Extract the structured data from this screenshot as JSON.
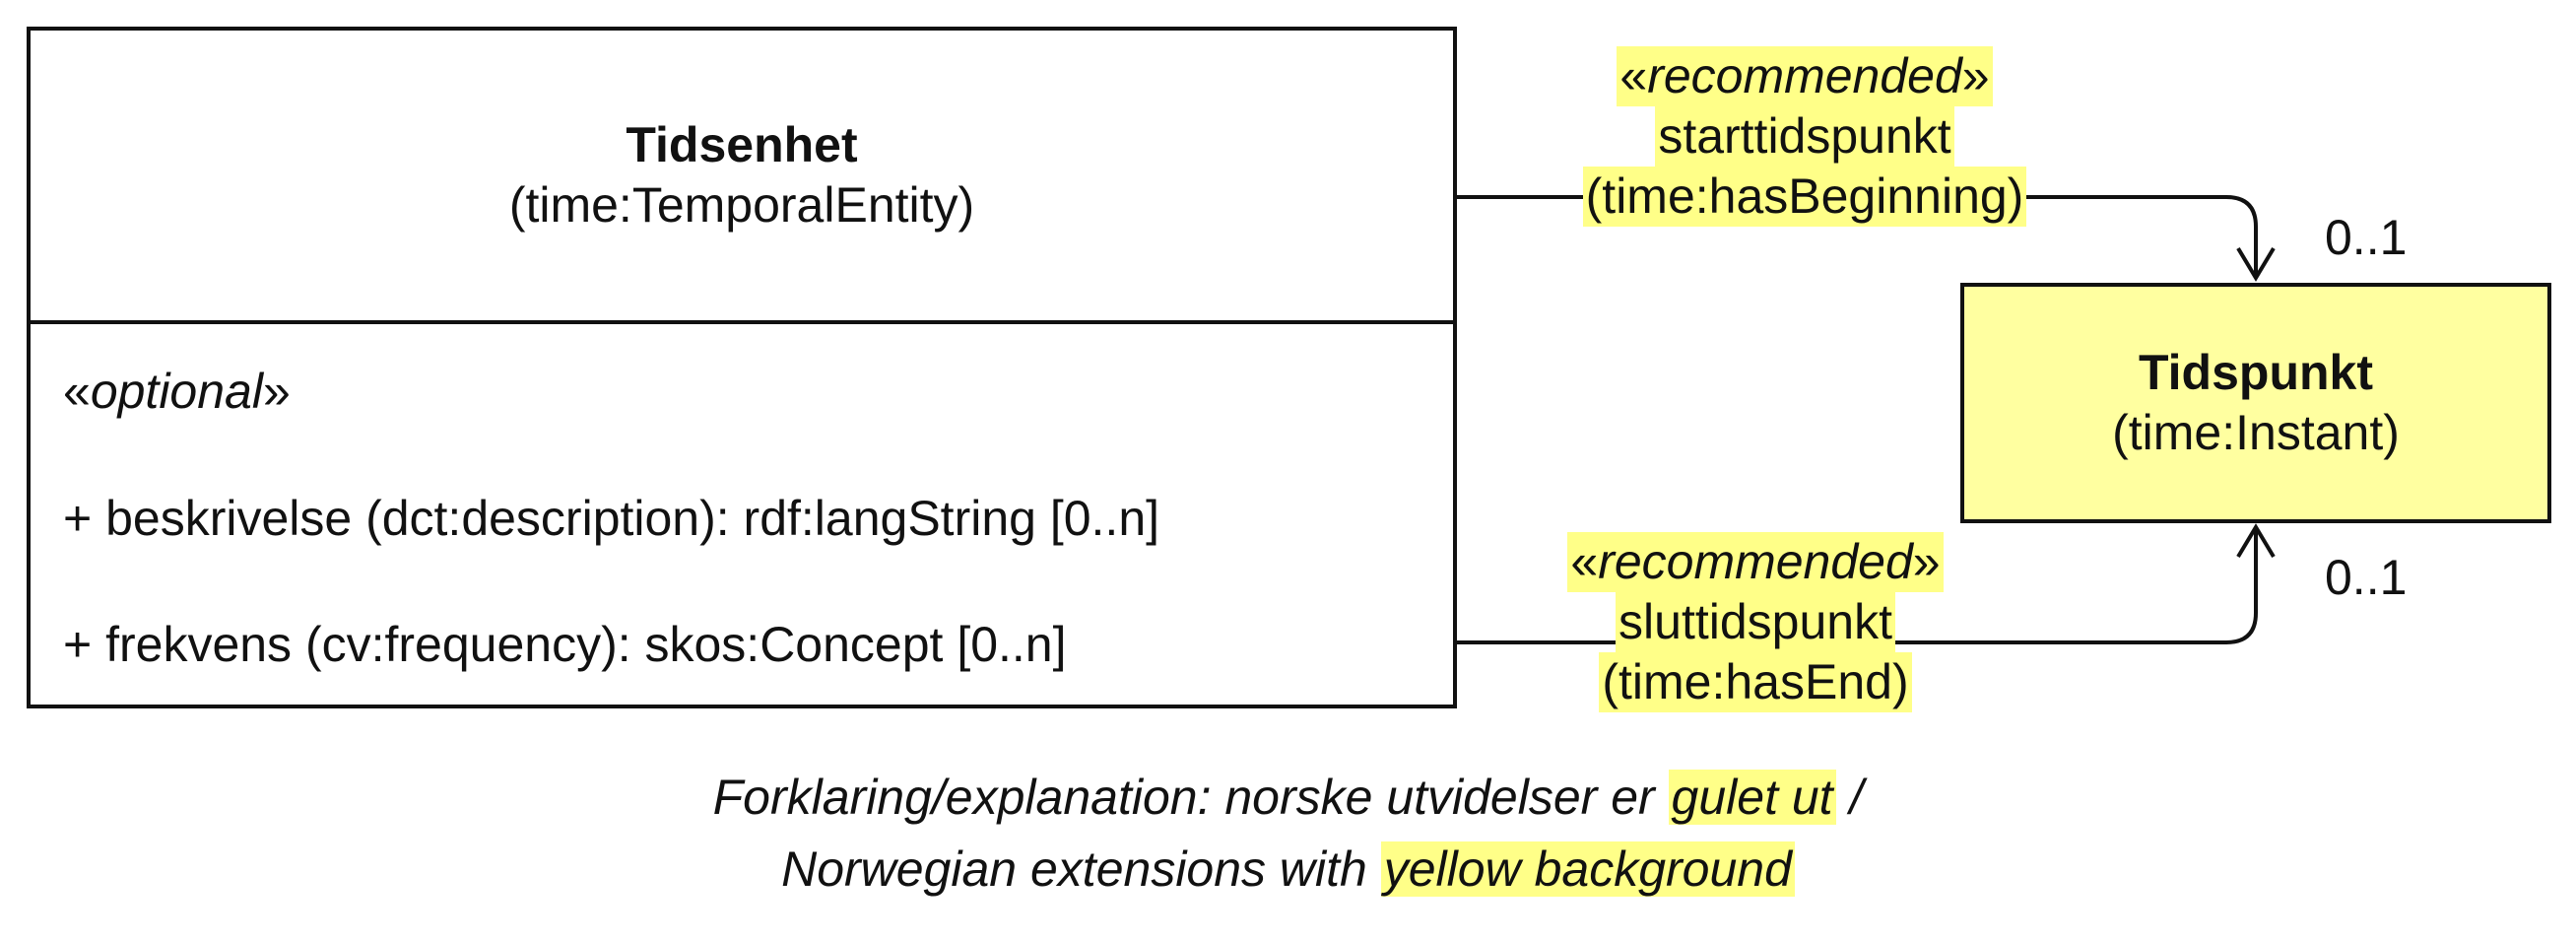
{
  "classes": {
    "tidsenhet": {
      "title": "Tidsenhet",
      "subtitle": "(time:TemporalEntity)",
      "stereotype": "optional",
      "attributes": [
        "+ beskrivelse (dct:description): rdf:langString [0..n]",
        "+ frekvens (cv:frequency): skos:Concept [0..n]"
      ]
    },
    "tidspunkt": {
      "title": "Tidspunkt",
      "subtitle": "(time:Instant)"
    }
  },
  "associations": [
    {
      "stereotype": "recommended",
      "name": "starttidspunkt",
      "property": "(time:hasBeginning)",
      "multiplicity": "0..1"
    },
    {
      "stereotype": "recommended",
      "name": "sluttidspunkt",
      "property": "(time:hasEnd)",
      "multiplicity": "0..1"
    }
  ],
  "guillemets": {
    "open": "«",
    "close": "»"
  },
  "footer": {
    "line1_prefix": "Forklaring/explanation: norske utvidelser er ",
    "line1_highlight": "gulet ut",
    "line1_suffix": " /",
    "line2_prefix": "Norwegian extensions with ",
    "line2_highlight": "yellow background"
  },
  "colors": {
    "highlight": "#ffff88",
    "norwegian_box": "#ffffa0",
    "line": "#111111"
  }
}
